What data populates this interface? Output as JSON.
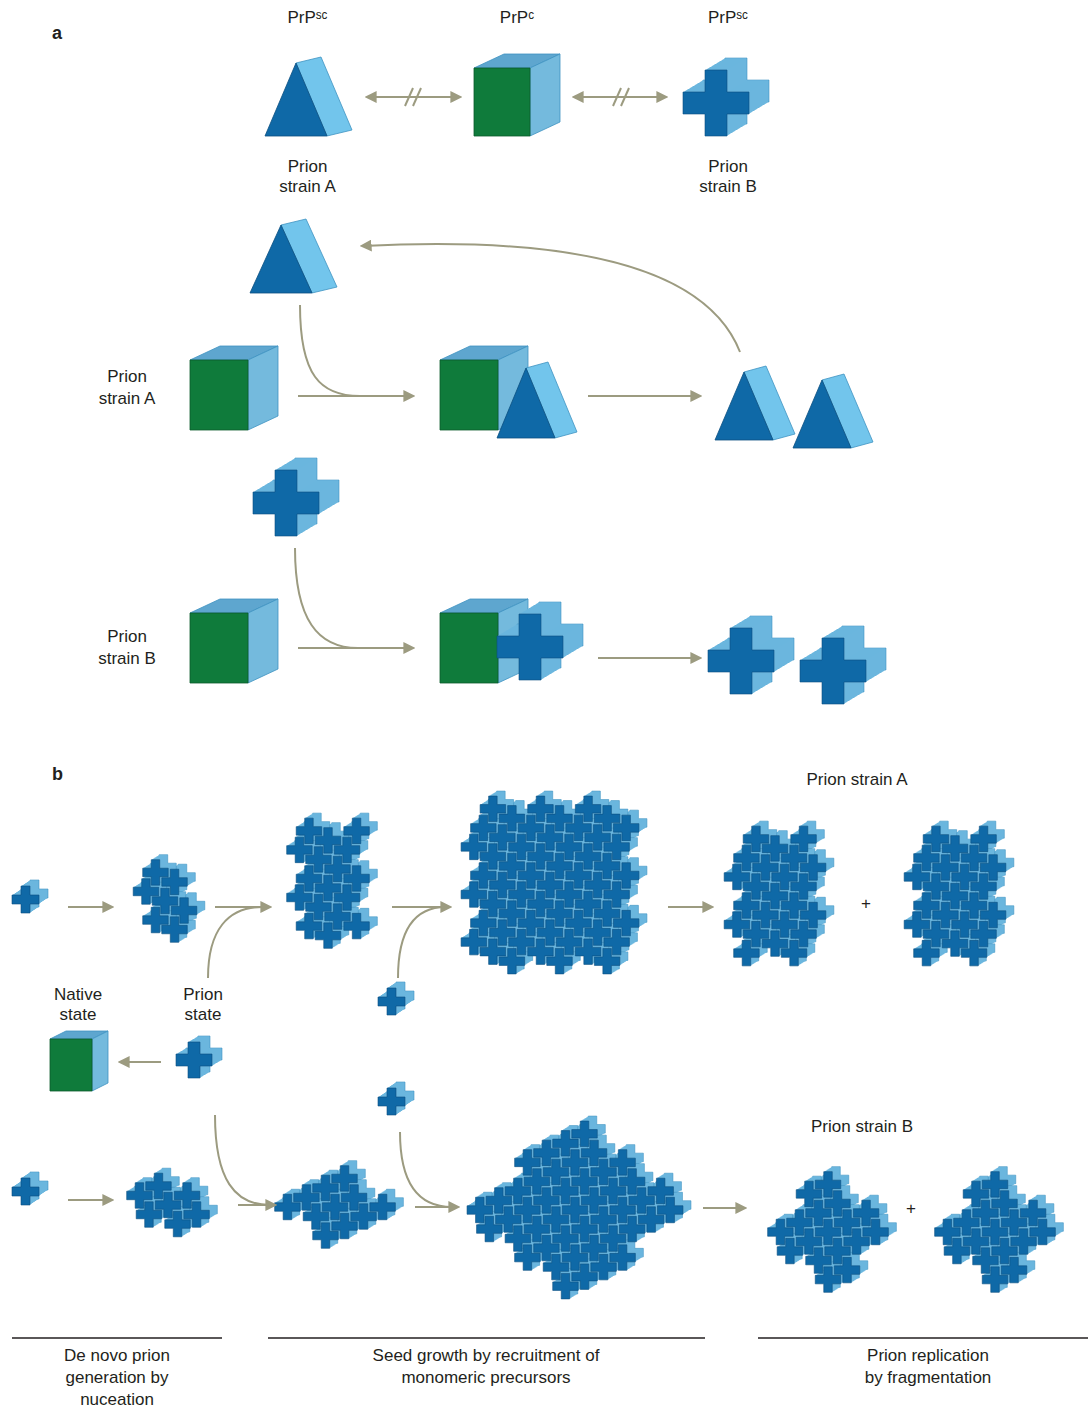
{
  "diagram": {
    "nodes": [
      {
        "text": [
          "PrPˢᶜ",
          "Prion strain A"
        ]
      },
      {
        "text": [
          "PrPᶜ"
        ]
      },
      {
        "text": [
          "PrPˢᶜ",
          "Prion strain B"
        ]
      },
      {
        "text": [
          "Native state"
        ]
      },
      {
        "text": [
          "Prion state"
        ]
      }
    ],
    "edges": [
      {
        "from": 0,
        "to": 1,
        "arrow": "both"
      },
      {
        "from": 1,
        "to": 2,
        "arrow": "both"
      },
      {
        "from": 4,
        "to": 3,
        "arrow": "to"
      }
    ],
    "labels": [
      "a",
      "Prion strain A",
      "Prion strain B",
      "b",
      "Prion strain A",
      "+",
      "Prion strain B",
      "+",
      "De novo prion generation by nuceation",
      "Seed growth by recruitment of monomeric precursors",
      "Prion replication by fragmentation"
    ]
  }
}
